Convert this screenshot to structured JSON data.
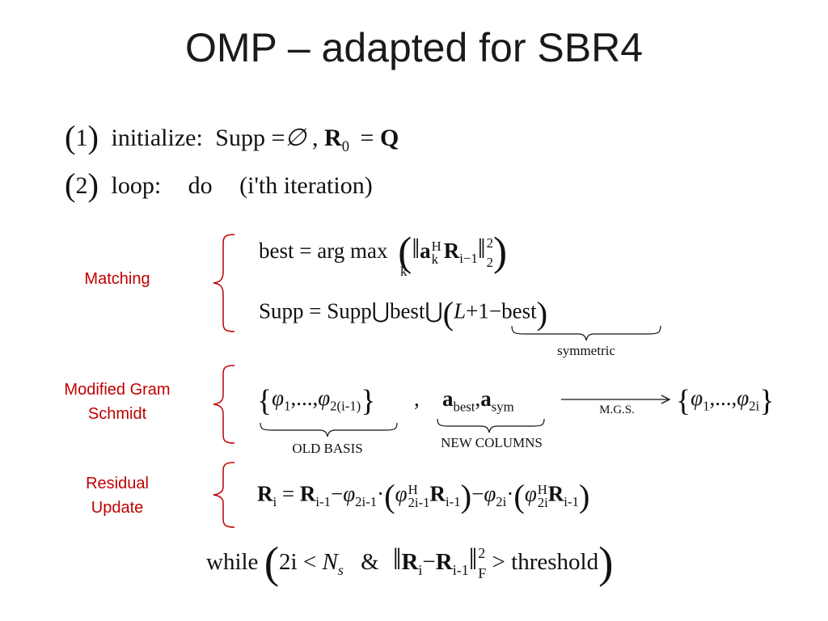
{
  "title": "OMP – adapted for SBR4",
  "steps": {
    "step1_num": "1",
    "step1_text": "initialize:",
    "step1_supp": "Supp",
    "step1_eq": "=",
    "step1_empty": "∅",
    "step1_comma": ",",
    "step1_R": "R",
    "step1_R_sub": "0",
    "step1_Q": "Q",
    "step2_num": "2",
    "step2_loop": "loop:",
    "step2_do": "do",
    "step2_iter": "(i'th iteration)"
  },
  "labels": {
    "matching": "Matching",
    "mgs_line1": "Modified Gram",
    "mgs_line2": "Schmidt",
    "residual_line1": "Residual",
    "residual_line2": "Update"
  },
  "matching": {
    "best_lhs": "best",
    "eq": "=",
    "argmax": "arg max",
    "k_sub": "k",
    "a": "a",
    "a_sup": "H",
    "a_sub": "k",
    "R": "R",
    "R_sub": "i−1",
    "norm_sup": "2",
    "norm_sub": "2",
    "supp_lhs": "Supp",
    "supp_rhs": "Supp",
    "cup": "⋃",
    "best_mid": "best",
    "L": "L",
    "plus_one": "+1",
    "minus": "−",
    "best_end": "best",
    "symmetric": "symmetric"
  },
  "mgs": {
    "phi": "φ",
    "sub1": "1",
    "dots": ",...,",
    "sub2": "2(i-1)",
    "comma": ",",
    "a": "a",
    "best_sub": "best",
    "sym_sub": "sym",
    "arrow_label": "M.G.S.",
    "out_sub1": "1",
    "out_sub2": "2i",
    "old_basis": "OLD   BASIS",
    "new_columns": "NEW COLUMNS"
  },
  "residual": {
    "R": "R",
    "i_sub": "i",
    "eq": "=",
    "i1_sub": "i-1",
    "minus": "−",
    "phi": "φ",
    "sub_2i1": "2i-1",
    "dot": "·",
    "sup_H": "H",
    "sub_2i": "2i"
  },
  "while": {
    "word": "while",
    "two_i": "2i",
    "lt": "<",
    "N": "N",
    "N_sub": "s",
    "amp": "&",
    "R": "R",
    "i_sub": "i",
    "minus": "−",
    "i1_sub": "i-1",
    "norm_sup": "2",
    "norm_sub": "F",
    "gt": ">",
    "threshold": "threshold"
  },
  "colors": {
    "label_red": "#c00000",
    "brace_red": "#c00000",
    "text": "#111111"
  }
}
